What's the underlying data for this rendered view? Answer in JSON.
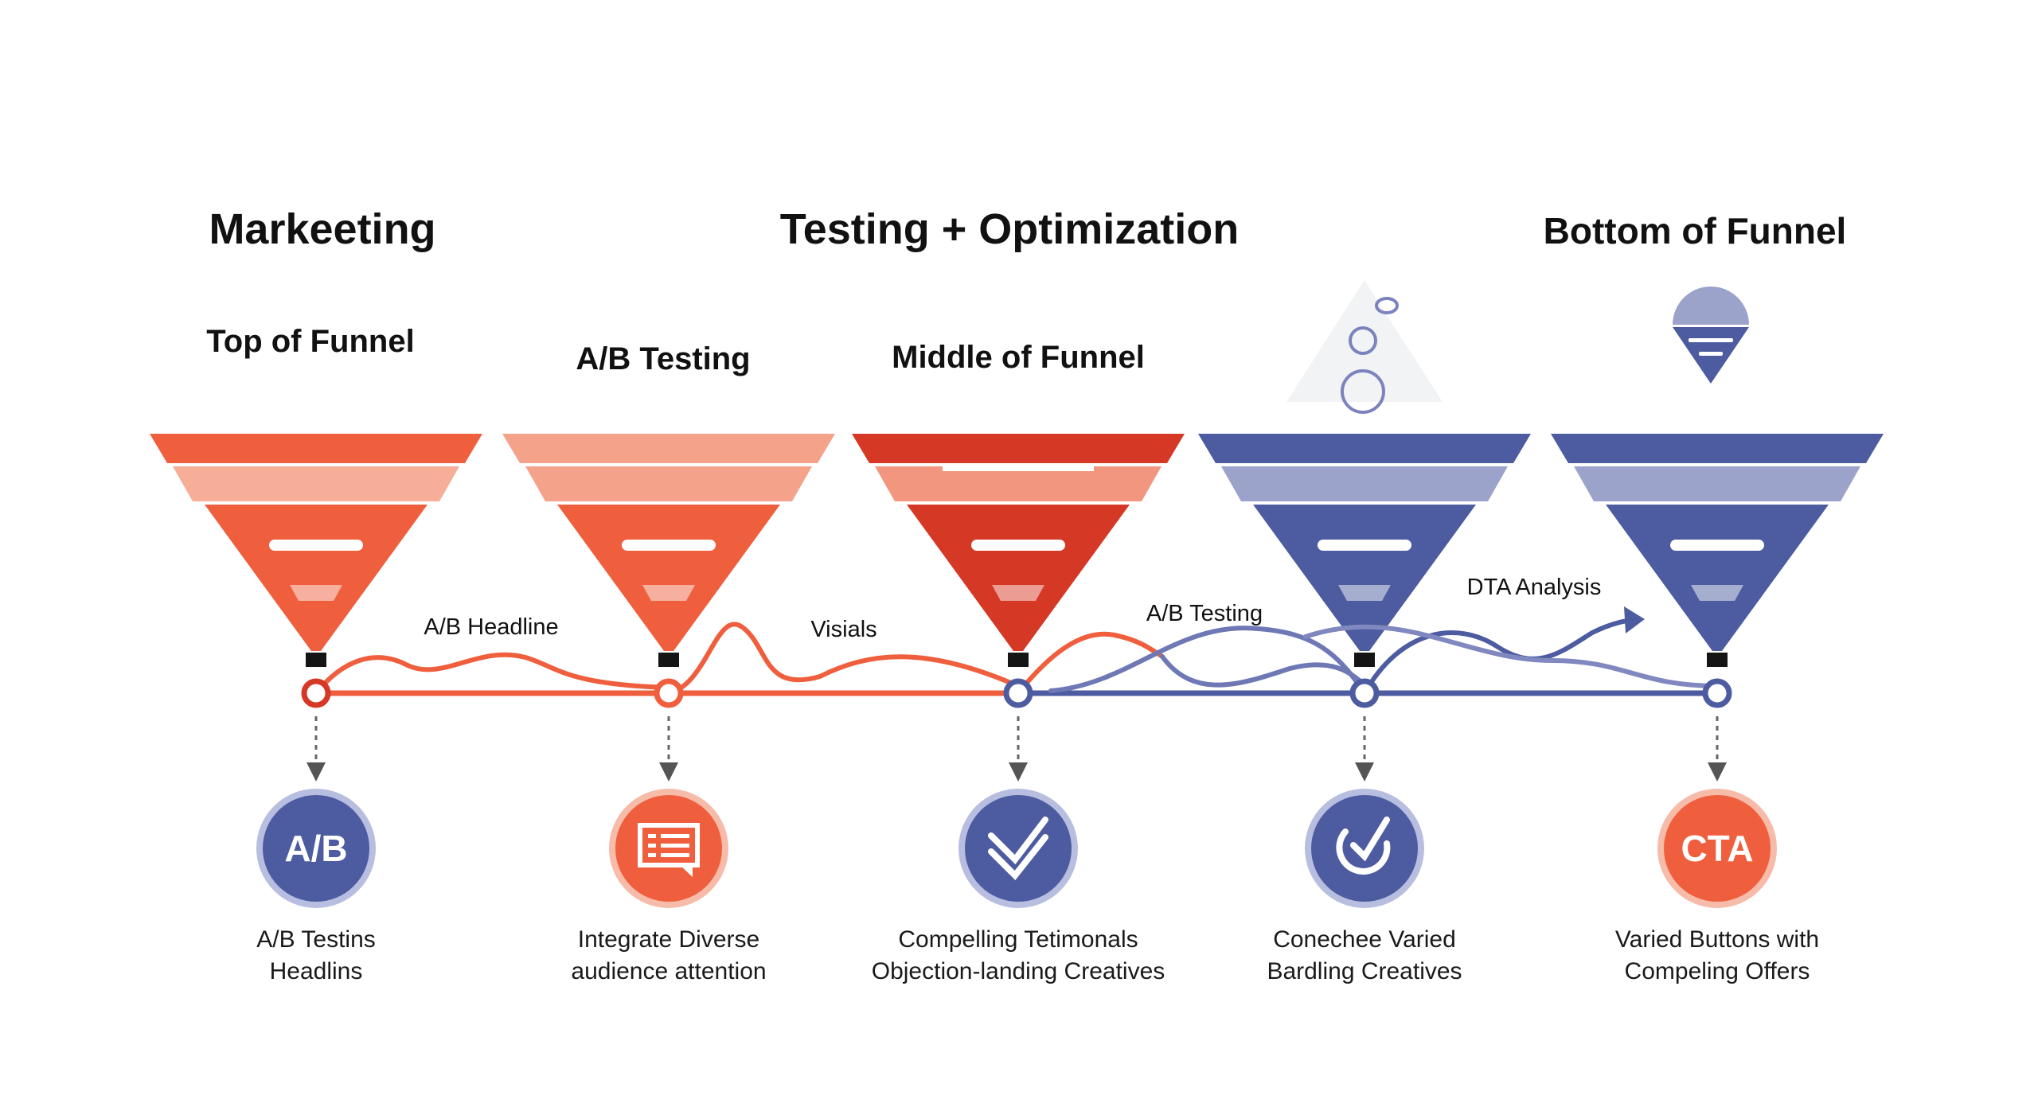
{
  "headings": {
    "left": "Markeeting",
    "center": "Testing + Optimization",
    "right": "Bottom of Funnel"
  },
  "subheadings": [
    "Top of Funnel",
    "A/B Testing",
    "Middle of Funnel"
  ],
  "curve_labels": [
    "A/B Headline",
    "Visials",
    "A/B Testing",
    "DTA Analysis"
  ],
  "stages": [
    {
      "icon": "ab-icon",
      "icon_text": "A/B",
      "line1": "A/B Testins",
      "line2": "Headlins"
    },
    {
      "icon": "document-icon",
      "icon_text": "",
      "line1": "Integrate Diverse",
      "line2": "audience attention"
    },
    {
      "icon": "double-check-icon",
      "icon_text": "",
      "line1": "Compelling Tetimonals",
      "line2": "Objection-landing Creatives"
    },
    {
      "icon": "target-check-icon",
      "icon_text": "",
      "line1": "Conechee Varied",
      "line2": "Bardling Creatives"
    },
    {
      "icon": "cta-icon",
      "icon_text": "CTA",
      "line1": "Varied Buttons with",
      "line2": "Compeling Offers"
    }
  ],
  "colors": {
    "orange": "#EF5F3E",
    "orange_light": "#F6AE98",
    "red": "#D63826",
    "blue": "#4D5CA0",
    "blue_light": "#9BA3CB"
  }
}
